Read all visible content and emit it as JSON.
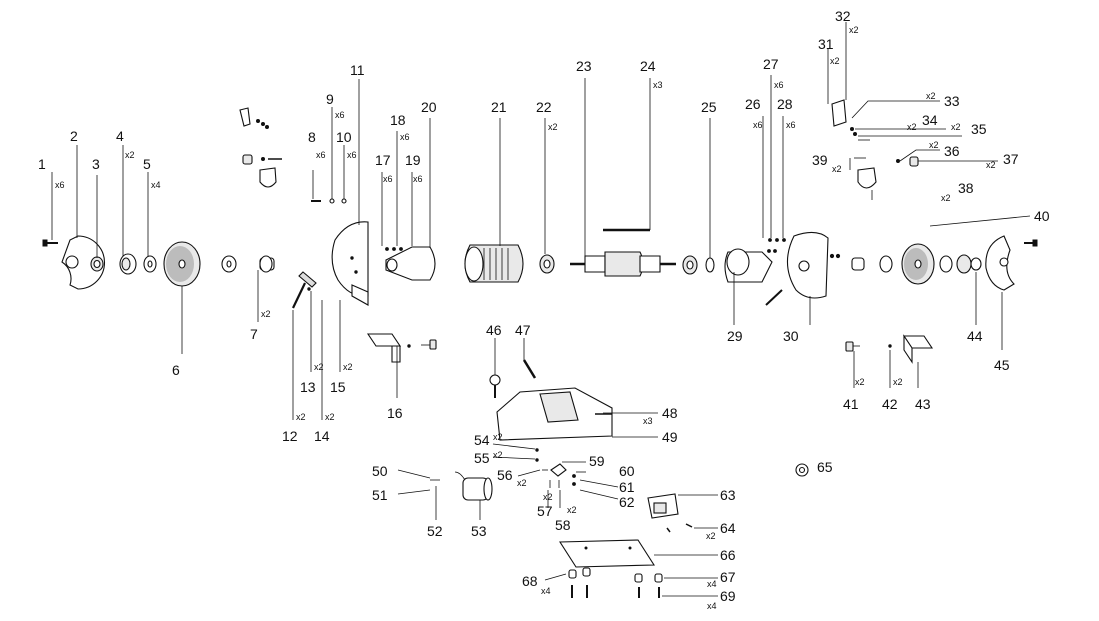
{
  "labels": {
    "n1": "1",
    "n2": "2",
    "n3": "3",
    "n4": "4",
    "n5": "5",
    "n6": "6",
    "n7": "7",
    "n8": "8",
    "n9": "9",
    "n10": "10",
    "n11": "11",
    "n12": "12",
    "n13": "13",
    "n14": "14",
    "n15": "15",
    "n16": "16",
    "n17": "17",
    "n18": "18",
    "n19": "19",
    "n20": "20",
    "n21": "21",
    "n22": "22",
    "n23": "23",
    "n24": "24",
    "n25": "25",
    "n26": "26",
    "n27": "27",
    "n28": "28",
    "n29": "29",
    "n30": "30",
    "n31": "31",
    "n32": "32",
    "n33": "33",
    "n34": "34",
    "n35": "35",
    "n36": "36",
    "n37": "37",
    "n38": "38",
    "n39": "39",
    "n40": "40",
    "n41": "41",
    "n42": "42",
    "n43": "43",
    "n44": "44",
    "n45": "45",
    "n46": "46",
    "n47": "47",
    "n48": "48",
    "n49": "49",
    "n50": "50",
    "n51": "51",
    "n52": "52",
    "n53": "53",
    "n54": "54",
    "n55": "55",
    "n56": "56",
    "n57": "57",
    "n58": "58",
    "n59": "59",
    "n60": "60",
    "n61": "61",
    "n62": "62",
    "n63": "63",
    "n64": "64",
    "n65": "65",
    "n66": "66",
    "n67": "67",
    "n68": "68",
    "n69": "69"
  },
  "quantities": {
    "q1": "x6",
    "q4": "x2",
    "q5": "x4",
    "q7": "x2",
    "q8": "x6",
    "q9": "x6",
    "q10": "x6",
    "q12": "x2",
    "q13": "x2",
    "q14": "x2",
    "q15": "x2",
    "q17": "x6",
    "q18": "x6",
    "q19": "x6",
    "q22": "x2",
    "q24": "x3",
    "q26": "x6",
    "q27": "x6",
    "q28": "x6",
    "q31": "x2",
    "q32": "x2",
    "q33": "x2",
    "q34": "x2",
    "q35": "x2",
    "q36": "x2",
    "q37": "x2",
    "q38": "x2",
    "q39": "x2",
    "q41": "x2",
    "q42": "x2",
    "q48": "x3",
    "q54": "x2",
    "q55": "x2",
    "q56": "x2",
    "q57": "x2",
    "q58": "x2",
    "q64": "x2",
    "q67": "x4",
    "q68": "x4",
    "q69": "x4"
  }
}
